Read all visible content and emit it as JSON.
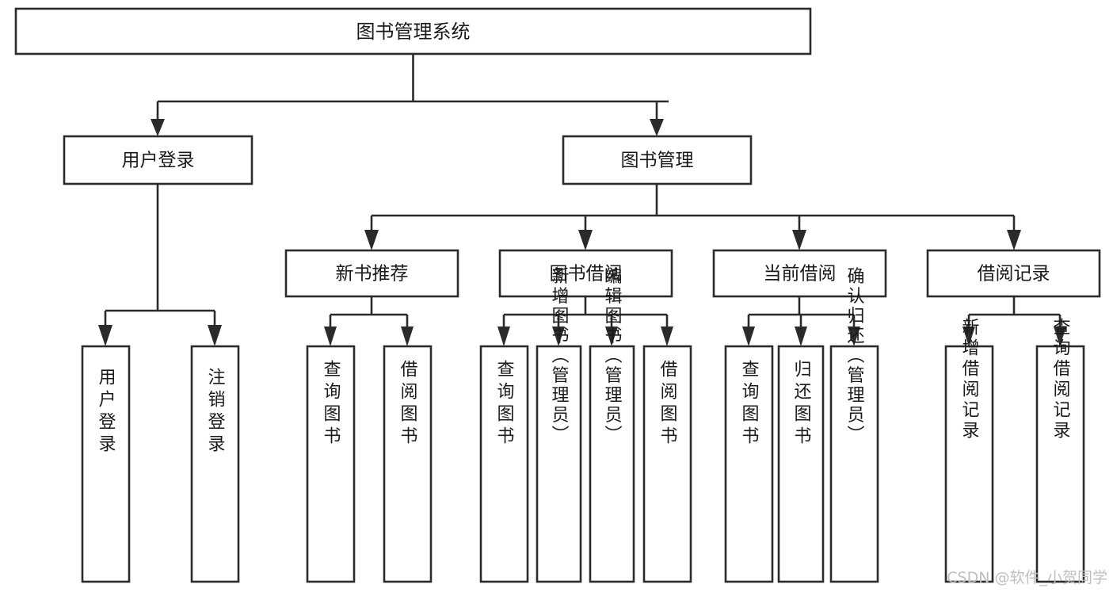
{
  "diagram": {
    "title": "图书管理系统",
    "watermark": "CSDN @软件_小贺同学",
    "root": {
      "label": "图书管理系统"
    },
    "level1": [
      {
        "label": "用户登录"
      },
      {
        "label": "图书管理"
      }
    ],
    "level2": [
      {
        "label": "新书推荐"
      },
      {
        "label": "图书借阅"
      },
      {
        "label": "当前借阅"
      },
      {
        "label": "借阅记录"
      }
    ],
    "leaves": {
      "user_login": [
        {
          "label": "用户登录"
        },
        {
          "label": "注销登录"
        }
      ],
      "new_book_recommend": [
        {
          "label": "查询图书"
        },
        {
          "label": "借阅图书"
        }
      ],
      "book_borrow": [
        {
          "label": "查询图书"
        },
        {
          "label": "新增图书（管理员）"
        },
        {
          "label": "编辑图书（管理员）"
        },
        {
          "label": "借阅图书"
        }
      ],
      "current_borrow": [
        {
          "label": "查询图书"
        },
        {
          "label": "归还图书"
        },
        {
          "label": "确认归还（管理员）"
        }
      ],
      "borrow_record": [
        {
          "label": "新增借阅记录"
        },
        {
          "label": "查询借阅记录"
        }
      ]
    }
  },
  "chart_data": {
    "type": "diagram",
    "title": "图书管理系统",
    "orientation": "top-down tree",
    "nodes": [
      {
        "id": "root",
        "label": "图书管理系统",
        "level": 0,
        "parent": null
      },
      {
        "id": "n1",
        "label": "用户登录",
        "level": 1,
        "parent": "root"
      },
      {
        "id": "n2",
        "label": "图书管理",
        "level": 1,
        "parent": "root"
      },
      {
        "id": "n1a",
        "label": "用户登录",
        "level": 2,
        "parent": "n1"
      },
      {
        "id": "n1b",
        "label": "注销登录",
        "level": 2,
        "parent": "n1"
      },
      {
        "id": "n2a",
        "label": "新书推荐",
        "level": 2,
        "parent": "n2"
      },
      {
        "id": "n2b",
        "label": "图书借阅",
        "level": 2,
        "parent": "n2"
      },
      {
        "id": "n2c",
        "label": "当前借阅",
        "level": 2,
        "parent": "n2"
      },
      {
        "id": "n2d",
        "label": "借阅记录",
        "level": 2,
        "parent": "n2"
      },
      {
        "id": "n2a1",
        "label": "查询图书",
        "level": 3,
        "parent": "n2a"
      },
      {
        "id": "n2a2",
        "label": "借阅图书",
        "level": 3,
        "parent": "n2a"
      },
      {
        "id": "n2b1",
        "label": "查询图书",
        "level": 3,
        "parent": "n2b"
      },
      {
        "id": "n2b2",
        "label": "新增图书（管理员）",
        "level": 3,
        "parent": "n2b"
      },
      {
        "id": "n2b3",
        "label": "编辑图书（管理员）",
        "level": 3,
        "parent": "n2b"
      },
      {
        "id": "n2b4",
        "label": "借阅图书",
        "level": 3,
        "parent": "n2b"
      },
      {
        "id": "n2c1",
        "label": "查询图书",
        "level": 3,
        "parent": "n2c"
      },
      {
        "id": "n2c2",
        "label": "归还图书",
        "level": 3,
        "parent": "n2c"
      },
      {
        "id": "n2c3",
        "label": "确认归还（管理员）",
        "level": 3,
        "parent": "n2c"
      },
      {
        "id": "n2d1",
        "label": "新增借阅记录",
        "level": 3,
        "parent": "n2d"
      },
      {
        "id": "n2d2",
        "label": "查询借阅记录",
        "level": 3,
        "parent": "n2d"
      }
    ],
    "colors": {
      "box_fill": "#ffffff",
      "box_stroke": "#2b2b2b",
      "text": "#1a1a1a",
      "watermark": "#bfbfbf",
      "background": "#ffffff"
    }
  }
}
